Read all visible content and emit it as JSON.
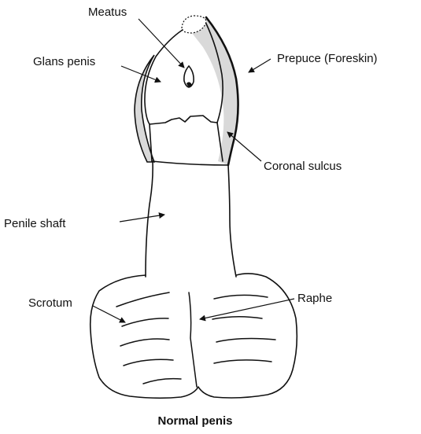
{
  "diagram": {
    "labels": {
      "meatus": "Meatus",
      "glans_penis": "Glans penis",
      "prepuce": "Prepuce (Foreskin)",
      "coronal_sulcus": "Coronal sulcus",
      "penile_shaft": "Penile shaft",
      "scrotum": "Scrotum",
      "raphe": "Raphe"
    },
    "caption": "Normal penis",
    "colors": {
      "line": "#111111",
      "prepuce_fill": "#d9d9d9",
      "background": "#ffffff"
    }
  }
}
